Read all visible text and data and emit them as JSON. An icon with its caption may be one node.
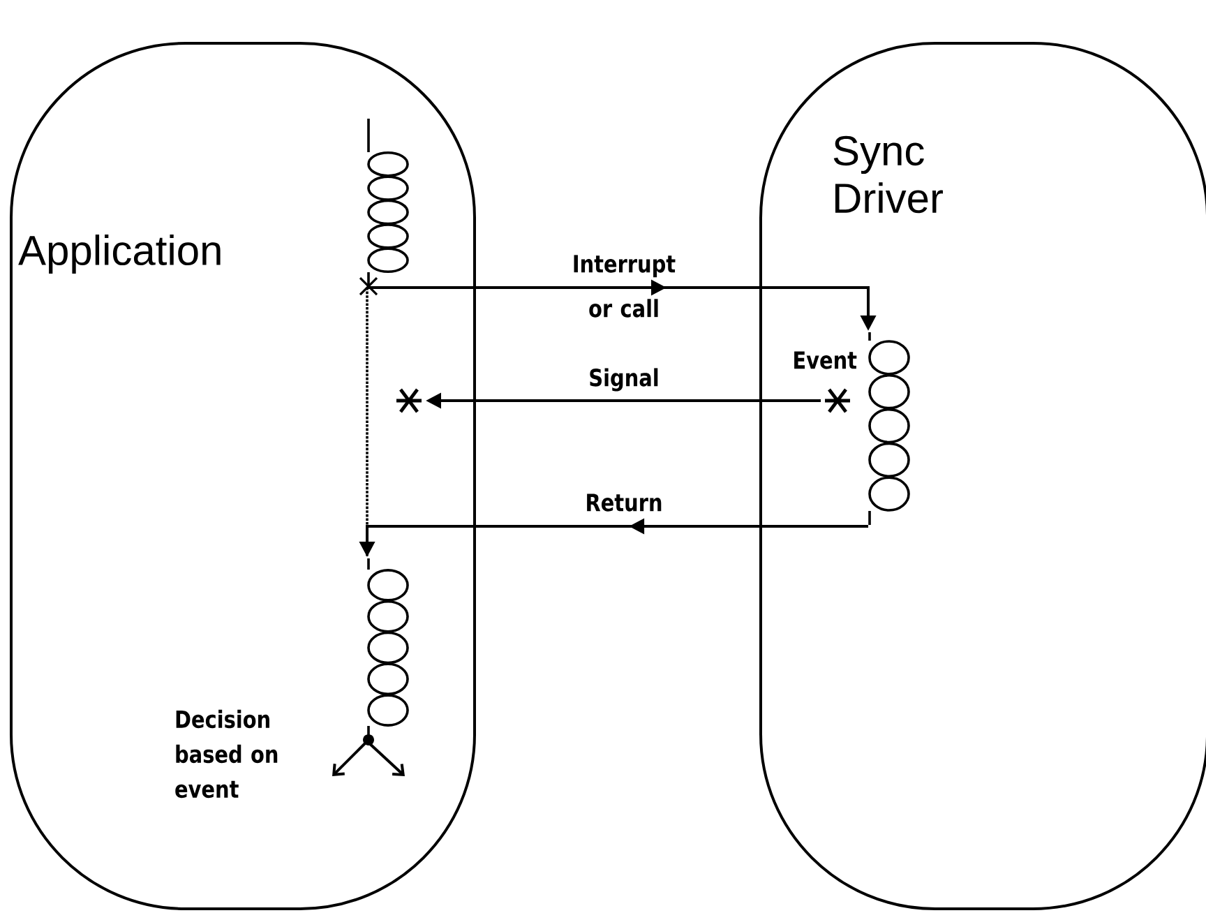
{
  "diagram": {
    "nodes": [
      {
        "text": [
          "Application"
        ]
      },
      {
        "text": [
          "Sync Driver"
        ]
      },
      {
        "text": [],
        "shape": "coil",
        "in": 0
      },
      {
        "text": [],
        "shape": "coil",
        "in": 1,
        "beside": [
          "Event"
        ]
      },
      {
        "text": [],
        "shape": "coil",
        "in": 0,
        "beside": [
          "Decision based on event"
        ]
      },
      {
        "text": [],
        "shape": "asterisk",
        "in": 1
      },
      {
        "text": [],
        "shape": "asterisk",
        "in": 0
      }
    ],
    "edges": [
      {
        "from": 2,
        "to": 3,
        "arrow": "to",
        "label": "Interrupt or call"
      },
      {
        "from": 5,
        "to": 6,
        "arrow": "to",
        "label": "Signal"
      },
      {
        "from": 3,
        "to": 4,
        "arrow": "to",
        "label": "Return"
      },
      {
        "from": 2,
        "to": 4,
        "arrow": "none",
        "style": "dashed"
      },
      {
        "from": 4,
        "to": null,
        "arrow": "to"
      },
      {
        "from": 4,
        "to": null,
        "arrow": "to"
      }
    ]
  }
}
